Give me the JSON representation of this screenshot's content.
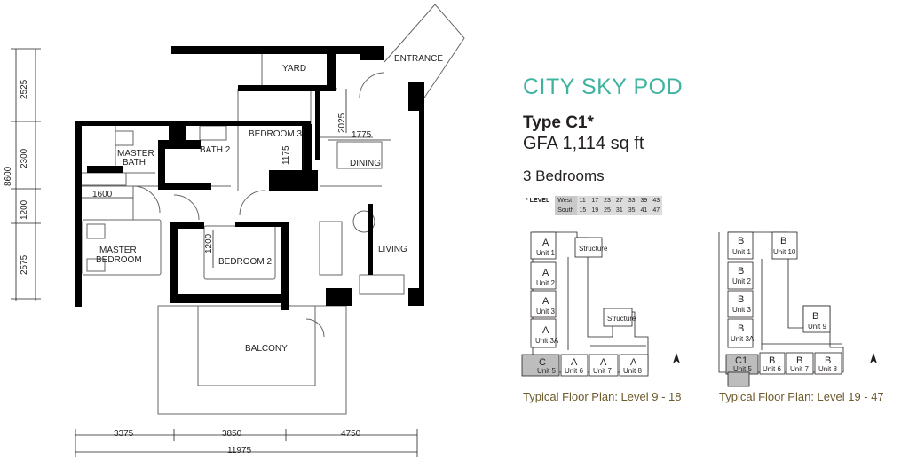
{
  "title": "CITY SKY POD",
  "unit_type": "Type C1*",
  "gfa": "GFA 1,114 sq ft",
  "bedrooms": "3 Bedrooms",
  "level_table": {
    "label": "* LEVEL",
    "rows": [
      {
        "direction": "West",
        "levels": [
          "11",
          "17",
          "23",
          "27",
          "33",
          "39",
          "43"
        ]
      },
      {
        "direction": "South",
        "levels": [
          "15",
          "19",
          "25",
          "31",
          "35",
          "41",
          "47"
        ]
      }
    ]
  },
  "rooms": {
    "yard": "YARD",
    "entrance": "ENTRANCE",
    "master_bath_1": "MASTER",
    "master_bath_2": "BATH",
    "bath2": "BATH 2",
    "bedroom3": "BEDROOM 3",
    "dining": "DINING",
    "master_bedroom_1": "MASTER",
    "master_bedroom_2": "BEDROOM",
    "bedroom2": "BEDROOM 2",
    "living": "LIVING",
    "balcony": "BALCONY"
  },
  "dimensions": {
    "left": [
      "2525",
      "2300",
      "1200",
      "2575"
    ],
    "left_total": "8600",
    "bottom": [
      "3375",
      "3850",
      "4750"
    ],
    "bottom_total": "11975",
    "inner": [
      "1600",
      "2025",
      "1775",
      "1175",
      "1200"
    ]
  },
  "key_plans": [
    {
      "caption": "Typical Floor Plan: Level 9 - 18",
      "units": [
        {
          "letter": "A",
          "name": "Unit 1"
        },
        {
          "letter": "A",
          "name": "Unit 2"
        },
        {
          "letter": "A",
          "name": "Unit 3"
        },
        {
          "letter": "A",
          "name": "Unit 3A"
        },
        {
          "letter": "C",
          "name": "Unit 5"
        },
        {
          "letter": "A",
          "name": "Unit 6"
        },
        {
          "letter": "A",
          "name": "Unit 7"
        },
        {
          "letter": "A",
          "name": "Unit 8"
        }
      ],
      "structure_labels": [
        "Structure",
        "Structure"
      ]
    },
    {
      "caption": "Typical Floor Plan: Level 19 - 47",
      "units": [
        {
          "letter": "B",
          "name": "Unit 1"
        },
        {
          "letter": "B",
          "name": "Unit 10"
        },
        {
          "letter": "B",
          "name": "Unit 2"
        },
        {
          "letter": "B",
          "name": "Unit 3"
        },
        {
          "letter": "B",
          "name": "Unit 3A"
        },
        {
          "letter": "B",
          "name": "Unit 9"
        },
        {
          "letter": "C1",
          "name": "Unit 5"
        },
        {
          "letter": "B",
          "name": "Unit 6"
        },
        {
          "letter": "B",
          "name": "Unit 7"
        },
        {
          "letter": "B",
          "name": "Unit 8"
        }
      ]
    }
  ],
  "colors": {
    "accent": "#3eb3a0",
    "wall": "#000000",
    "caption": "#6b5a2b",
    "highlight_unit": "#bdbdbd"
  }
}
